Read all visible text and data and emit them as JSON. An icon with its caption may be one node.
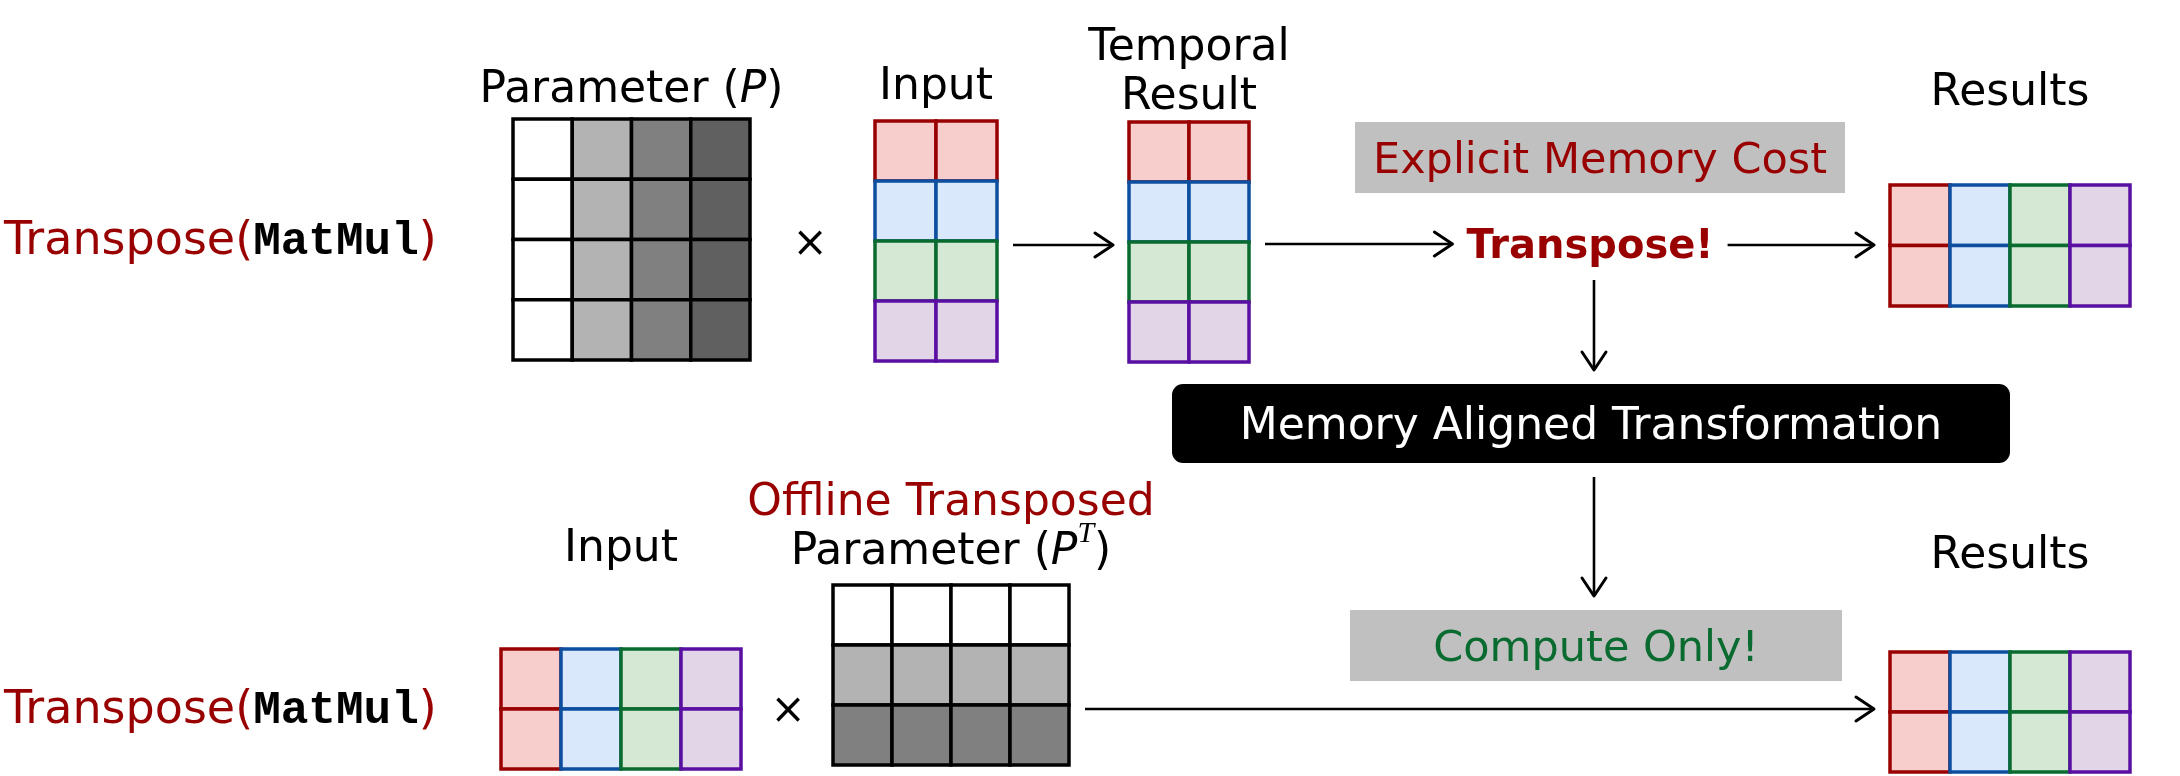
{
  "diagram": {
    "nodes": [
      {
        "text": [
          "Parameter (*P*)"
        ]
      },
      {
        "text": [
          "Input"
        ]
      },
      {
        "text": [
          "Temporal Result"
        ]
      },
      {
        "text": [
          "Explicit Memory Cost"
        ]
      },
      {
        "text": [
          "Transpose!"
        ]
      },
      {
        "text": [
          "Results"
        ]
      },
      {
        "text": [
          "Memory Aligned Transformation"
        ]
      },
      {
        "text": [
          "Input"
        ]
      },
      {
        "text": [
          "Offline Transposed",
          "Parameter (*P*$^{T}$)"
        ]
      },
      {
        "text": [
          "Compute Only!"
        ]
      },
      {
        "text": [
          "Results"
        ]
      }
    ],
    "edges": [
      {
        "from": 1,
        "to": 2,
        "arrow": "to"
      },
      {
        "from": 2,
        "to": 4,
        "arrow": "to"
      },
      {
        "from": 4,
        "to": 5,
        "arrow": "to"
      },
      {
        "from": 4,
        "to": 6,
        "arrow": "to"
      },
      {
        "from": 6,
        "to": 9,
        "arrow": "to"
      },
      {
        "from": 8,
        "to": 10,
        "arrow": "to"
      }
    ],
    "labels": [
      "Transpose(**MatMul**)",
      "×",
      "Transpose(**MatMul**)",
      "×"
    ]
  }
}
